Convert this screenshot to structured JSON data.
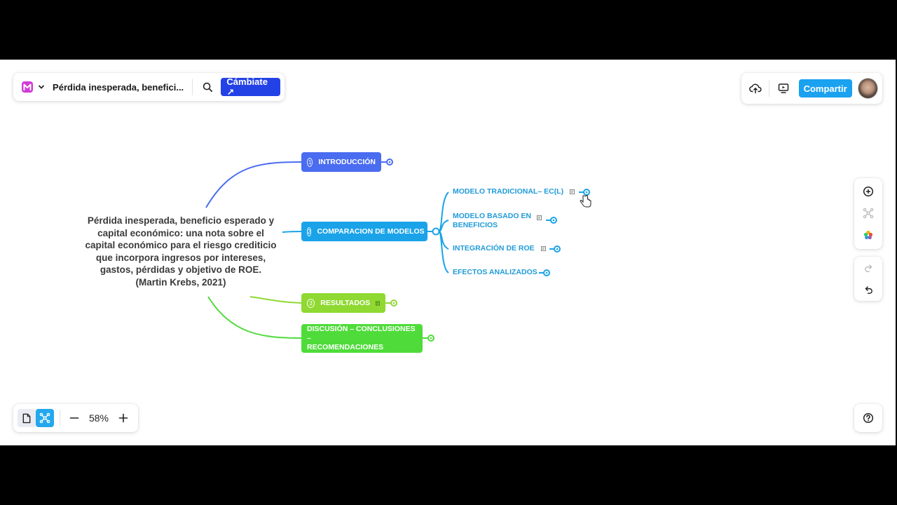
{
  "topbar": {
    "doc_title": "Pérdida inesperada, benefici...",
    "switch_label": "Cámbiate ↗",
    "share_label": "Compartir"
  },
  "zoom": {
    "level": "58%"
  },
  "mindmap": {
    "central": "Pérdida inesperada, beneficio esperado y\ncapital económico: una nota sobre el\ncapital económico para el riesgo crediticio\nque incorpora ingresos por intereses,\ngastos, pérdidas y  objetivo de ROE.\n(Martin Krebs, 2021)",
    "branches": [
      {
        "num": "1",
        "label": "INTRODUCCIÓN",
        "color": "#4a6cf0"
      },
      {
        "num": "2",
        "label": "COMPARACION DE MODELOS",
        "color": "#1aa3e8",
        "children": [
          {
            "label": "MODELO TRADICIONAL– EC(L)"
          },
          {
            "label": "MODELO BASADO EN\nBENEFICIOS"
          },
          {
            "label": "INTEGRACIÓN DE ROE"
          },
          {
            "label": "EFECTOS ANALIZADOS"
          }
        ]
      },
      {
        "num": "3",
        "label": "RESULTADOS",
        "color": "#8fd932"
      },
      {
        "label": "DISCUSIÓN – CONCLUSIONES –\nRECOMENDACIONES",
        "color": "#4fdc3a"
      }
    ]
  },
  "colors": {
    "brand": "#2342e6",
    "share": "#1aa1f0",
    "intro": "#4a6cf0",
    "models": "#1aa3e8",
    "results": "#8fd932",
    "discussion": "#4fdc3a"
  }
}
